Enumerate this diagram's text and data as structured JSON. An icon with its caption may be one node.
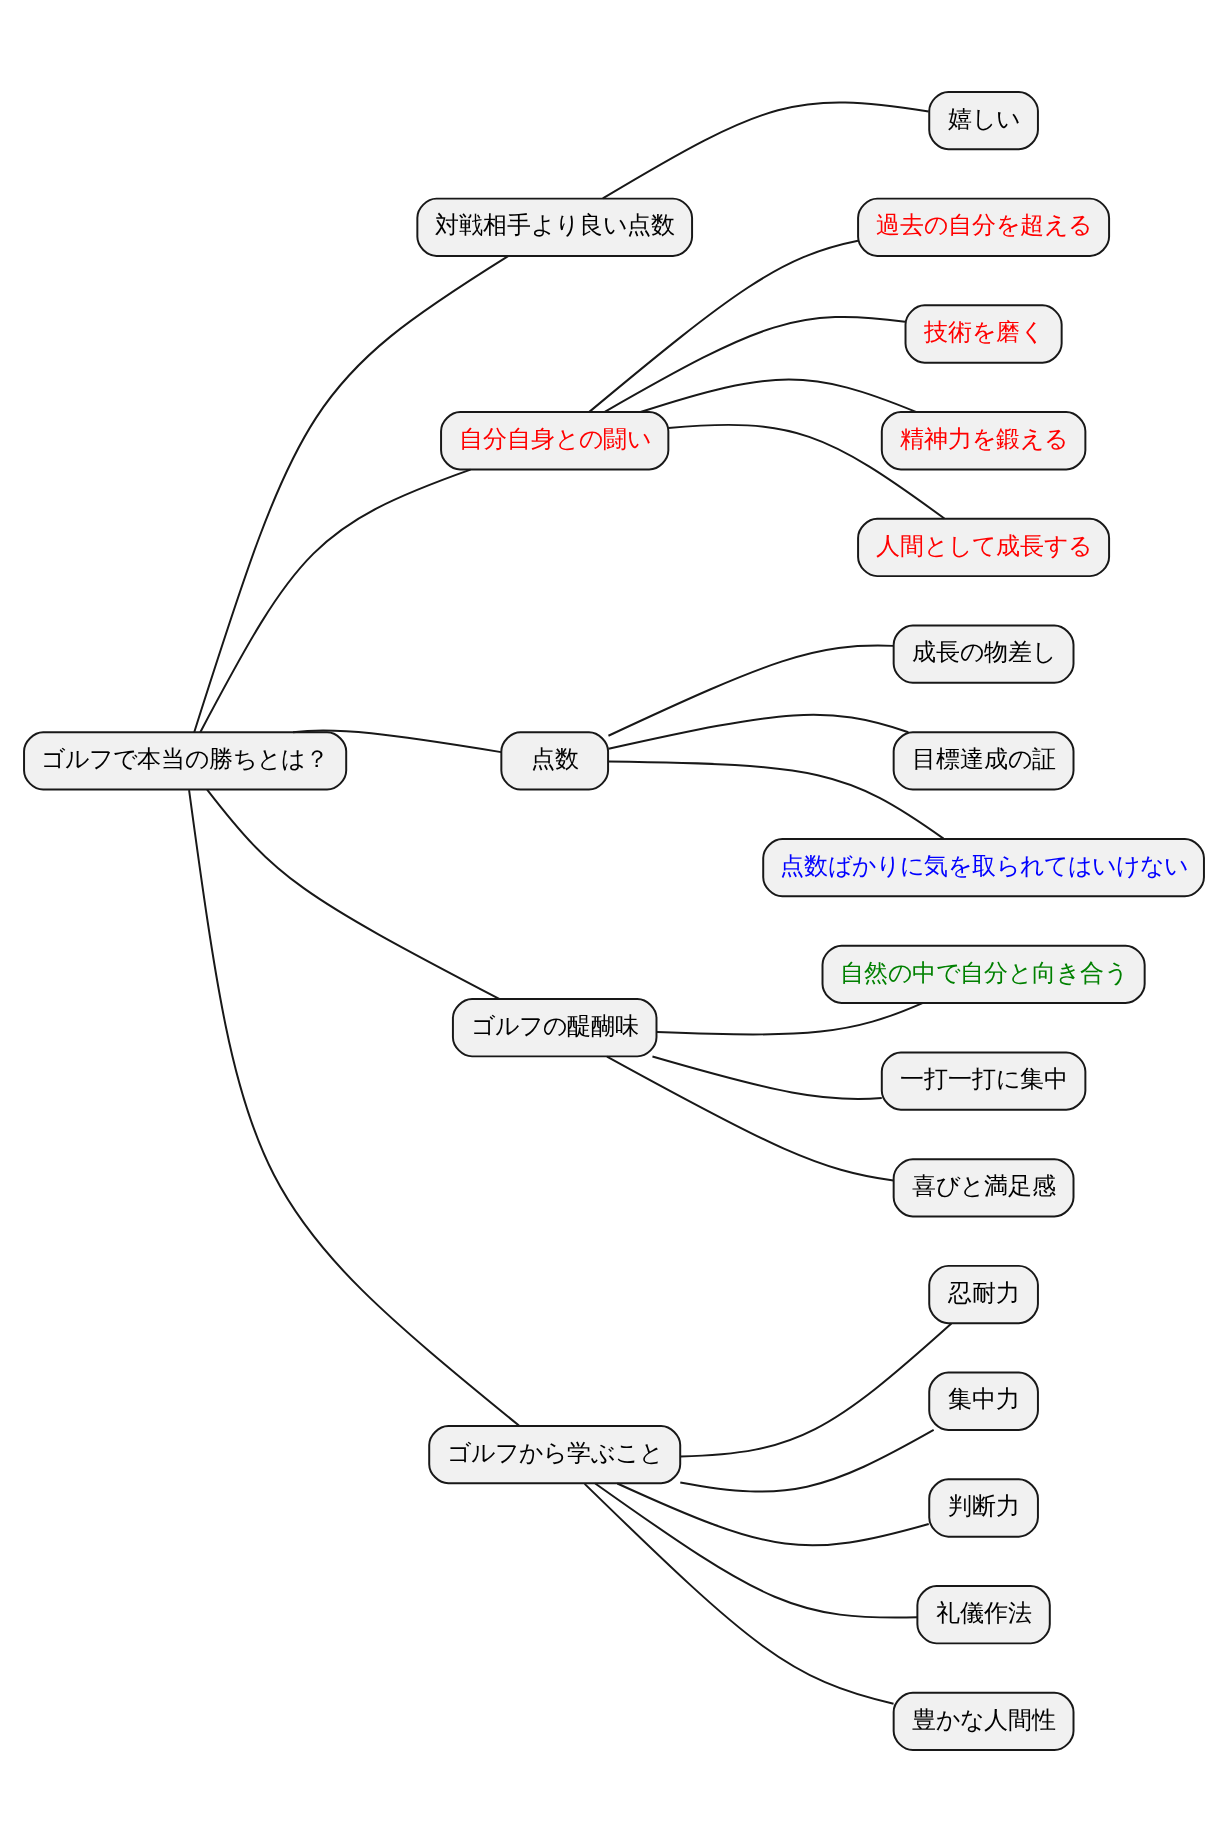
{
  "diagram": {
    "nodes": [
      {
        "text": [
          "ゴルフで本当の勝ちとは？"
        ]
      },
      {
        "text": [
          "対戦相手より良い点数"
        ]
      },
      {
        "text": [
          "嬉しい"
        ]
      },
      {
        "text": [
          "自分自身との闘い"
        ]
      },
      {
        "text": [
          "過去の自分を超える"
        ]
      },
      {
        "text": [
          "技術を磨く"
        ]
      },
      {
        "text": [
          "精神力を鍛える"
        ]
      },
      {
        "text": [
          "人間として成長する"
        ]
      },
      {
        "text": [
          "点数"
        ]
      },
      {
        "text": [
          "成長の物差し"
        ]
      },
      {
        "text": [
          "目標達成の証"
        ]
      },
      {
        "text": [
          "点数ばかりに気を取られてはいけない"
        ]
      },
      {
        "text": [
          "ゴルフの醍醐味"
        ]
      },
      {
        "text": [
          "自然の中で自分と向き合う"
        ]
      },
      {
        "text": [
          "一打一打に集中"
        ]
      },
      {
        "text": [
          "喜びと満足感"
        ]
      },
      {
        "text": [
          "ゴルフから学ぶこと"
        ]
      },
      {
        "text": [
          "忍耐力"
        ]
      },
      {
        "text": [
          "集中力"
        ]
      },
      {
        "text": [
          "判断力"
        ]
      },
      {
        "text": [
          "礼儀作法"
        ]
      },
      {
        "text": [
          "豊かな人間性"
        ]
      }
    ],
    "edges": [
      {
        "from": 0,
        "to": 1,
        "arrow": "none"
      },
      {
        "from": 1,
        "to": 2,
        "arrow": "none"
      },
      {
        "from": 0,
        "to": 3,
        "arrow": "none"
      },
      {
        "from": 3,
        "to": 4,
        "arrow": "none"
      },
      {
        "from": 3,
        "to": 5,
        "arrow": "none"
      },
      {
        "from": 3,
        "to": 6,
        "arrow": "none"
      },
      {
        "from": 3,
        "to": 7,
        "arrow": "none"
      },
      {
        "from": 0,
        "to": 8,
        "arrow": "none"
      },
      {
        "from": 8,
        "to": 9,
        "arrow": "none"
      },
      {
        "from": 8,
        "to": 10,
        "arrow": "none"
      },
      {
        "from": 8,
        "to": 11,
        "arrow": "none"
      },
      {
        "from": 0,
        "to": 12,
        "arrow": "none"
      },
      {
        "from": 12,
        "to": 13,
        "arrow": "none"
      },
      {
        "from": 12,
        "to": 14,
        "arrow": "none"
      },
      {
        "from": 12,
        "to": 15,
        "arrow": "none"
      },
      {
        "from": 0,
        "to": 16,
        "arrow": "none"
      },
      {
        "from": 16,
        "to": 17,
        "arrow": "none"
      },
      {
        "from": 16,
        "to": 18,
        "arrow": "none"
      },
      {
        "from": 16,
        "to": 19,
        "arrow": "none"
      },
      {
        "from": 16,
        "to": 20,
        "arrow": "none"
      },
      {
        "from": 16,
        "to": 21,
        "arrow": "none"
      }
    ]
  }
}
